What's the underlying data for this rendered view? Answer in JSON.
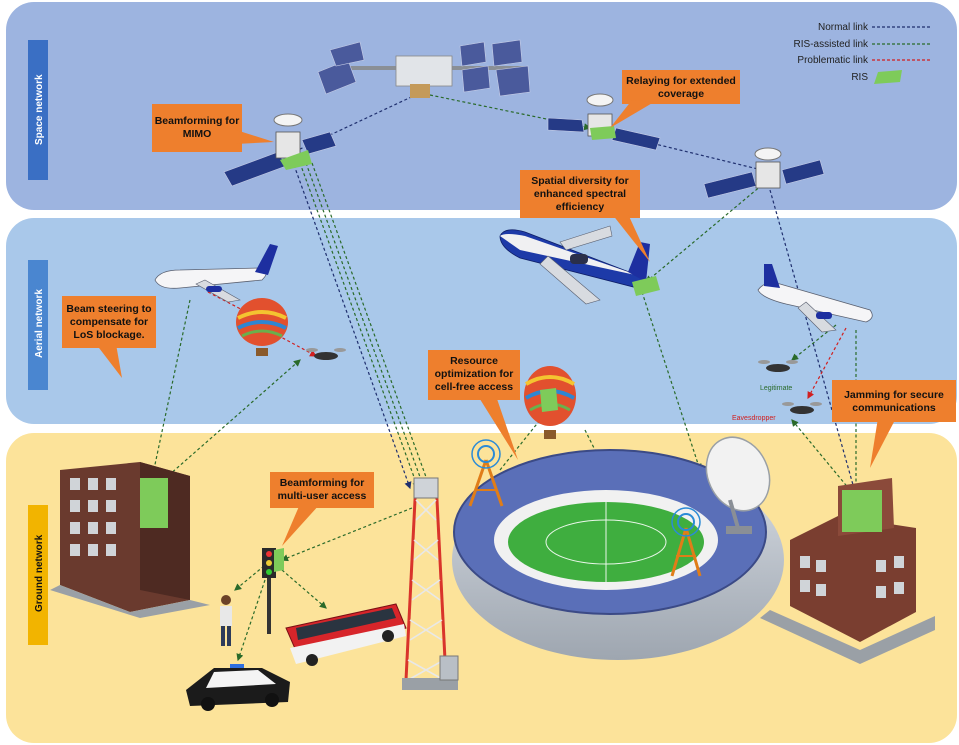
{
  "layers": {
    "space": {
      "title": "Space network",
      "band_color": "#9db4e0",
      "tab_color": "#3a6fc4"
    },
    "aerial": {
      "title": "Aerial network",
      "band_color": "#a9c8ea",
      "tab_color": "#4a86d0"
    },
    "ground": {
      "title": "Ground network",
      "band_color": "#fce39a",
      "tab_color": "#f2b400"
    }
  },
  "legend": {
    "normal": {
      "label": "Normal link",
      "color": "#1f2f6e"
    },
    "ris_assisted": {
      "label": "RIS-assisted link",
      "color": "#2a6a2a"
    },
    "problematic": {
      "label": "Problematic  link",
      "color": "#d11f1f"
    },
    "ris": {
      "label": "RIS",
      "color": "#7ecb5a"
    }
  },
  "callout_color": "#ee7f2d",
  "callouts": {
    "beamforming_mimo": [
      "Beamforming for",
      "MIMO"
    ],
    "relaying": [
      "Relaying for extended",
      "coverage"
    ],
    "spatial_diversity": [
      "Spatial diversity for",
      "enhanced spectral",
      "efficiency"
    ],
    "beam_steering": [
      "Beam steering to",
      "compensate for",
      "LoS blockage."
    ],
    "resource_optimization": [
      "Resource",
      "optimization for",
      "cell-free access"
    ],
    "jamming": [
      "Jamming for secure",
      "communications"
    ],
    "beamforming_multiuser": [
      "Beamforming for",
      "multi-user access"
    ]
  },
  "labels": {
    "legitimate": "Legitimate",
    "eavesdropper": "Eavesdropper"
  }
}
